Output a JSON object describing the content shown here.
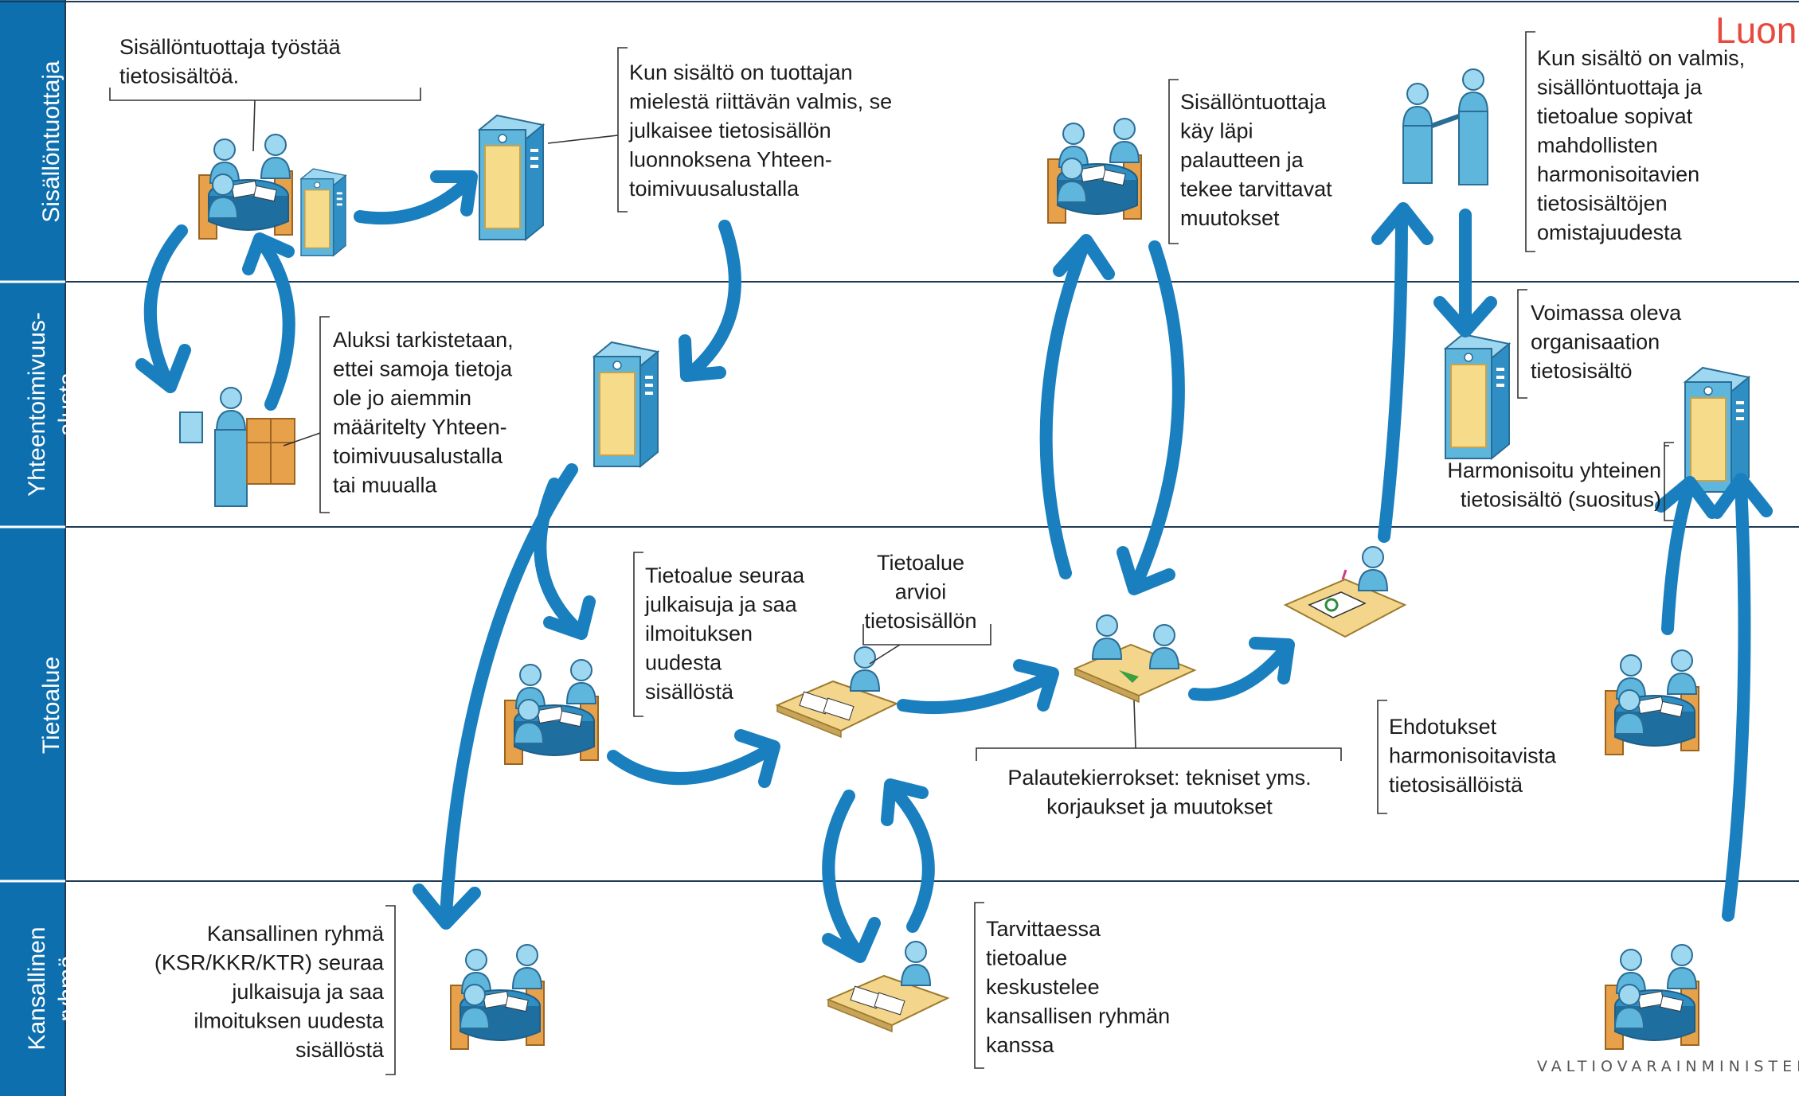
{
  "lanes": [
    {
      "label": "Sisällöntuottaja"
    },
    {
      "label": "Yhteentoimivuus-\nalusta"
    },
    {
      "label": "Tietoalue"
    },
    {
      "label": "Kansallinen\nryhmä"
    }
  ],
  "notes": [
    {
      "id": "n1",
      "text": "Sisällöntuottaja työstää\ntietosisältöä."
    },
    {
      "id": "n2",
      "text": "Kun sisältö on tuottajan\nmielestä riittävän valmis, se\njulkaisee tietosisällön\nluonnoksena Yhteen-\ntoimivuusalustalla"
    },
    {
      "id": "n3",
      "text": "Sisällöntuottaja\nkäy läpi\npalautteen ja\ntekee tarvittavat\nmuutokset"
    },
    {
      "id": "n4",
      "text": "Kun sisältö on valmis,\nsisällöntuottaja ja\ntietoalue sopivat\nmahdollisten\nharmonisoitavien\ntietosisältöjen\nomistajuudesta"
    },
    {
      "id": "n5",
      "text": "Aluksi tarkistetaan,\nettei samoja tietoja\nole jo aiemmin\nmääritelty Yhteen-\ntoimivuusalustalla\ntai muualla"
    },
    {
      "id": "n6",
      "text": "Voimassa oleva\norganisaation\ntietosisältö"
    },
    {
      "id": "n7",
      "text": "Harmonisoitu yhteinen\ntietosisältö (suositus)"
    },
    {
      "id": "n8",
      "text": "Tietoalue seuraa\njulkaisuja ja saa\nilmoituksen\nuudesta\nsisällöstä"
    },
    {
      "id": "n9",
      "text": "Tietoalue\narvioi\ntietosisällön"
    },
    {
      "id": "n10",
      "text": "Palautekierrokset: tekniset yms.\nkorjaukset ja muutokset"
    },
    {
      "id": "n11",
      "text": "Ehdotukset\nharmonisoitavista\ntietosisällöistä"
    },
    {
      "id": "n12",
      "text": "Kansallinen ryhmä\n(KSR/KKR/KTR) seuraa\njulkaisuja ja saa\nilmoituksen uudesta\nsisällöstä"
    },
    {
      "id": "n13",
      "text": "Tarvittaessa\ntietoalue\nkeskustelee\nkansallisen ryhmän\nkanssa"
    }
  ],
  "watermarks": {
    "top_right": "Luon",
    "bottom_right": "VALTIOVARAINMINISTERIÖ"
  },
  "icons": [
    "meeting-icon",
    "server-icon",
    "handshake-icon",
    "person-with-tablet-icon",
    "desk-worker-icon",
    "two-person-desk-icon",
    "signing-desk-icon"
  ],
  "colors": {
    "lane_bar": "#0e6fae",
    "arrow": "#1a7fbf",
    "lane_divider": "#1f3a55",
    "server_face": "#f6dc8a",
    "server_body": "#5fb6dd"
  }
}
